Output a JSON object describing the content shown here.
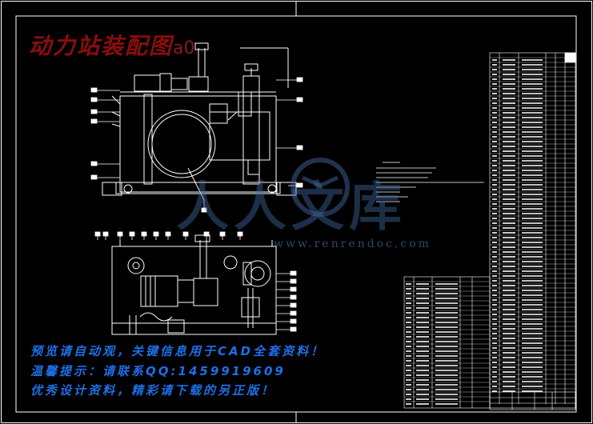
{
  "drawing": {
    "title": "动力站装配图",
    "title_suffix": "a0"
  },
  "watermark": {
    "mark": "人人文库",
    "url": "www.renrendoc.com"
  },
  "promo": {
    "line1": "预览请自动观，关键信息用于CAD全套资料！",
    "line2": "温馨提示：请联系QQ:1459919609",
    "line3": "优秀设计资料，精彩请下载的另正版！"
  },
  "colors": {
    "background": "#000000",
    "lines": "#ffffff",
    "title_red": "#8b0d0d",
    "promo_blue": "#1e6fe6",
    "watermark": "#4a7ab0"
  }
}
